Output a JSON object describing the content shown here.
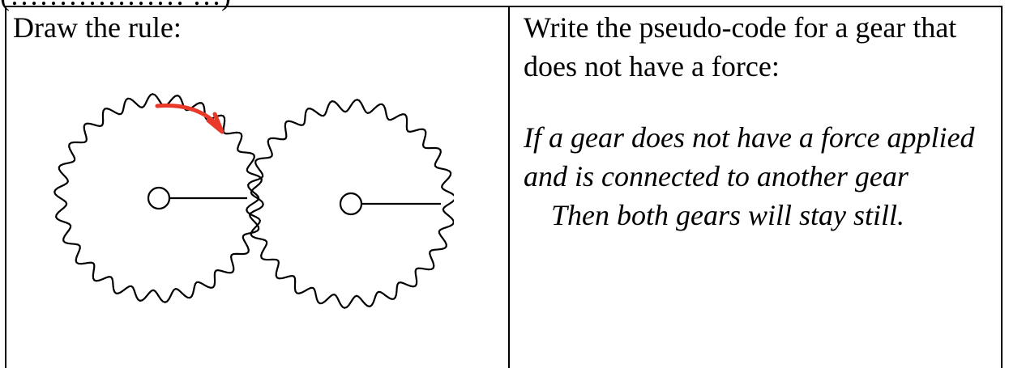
{
  "heading_above": "(……………… …)",
  "left_cell": {
    "heading": "Draw the rule:"
  },
  "right_cell": {
    "heading_line1": "Write the pseudo-code for a gear that",
    "heading_line2": "does not have a force:",
    "pseudo_line1": "If a gear does not have a force applied",
    "pseudo_line2": "and is connected to another gear",
    "pseudo_line3": "Then both gears will stay still."
  },
  "diagram": {
    "gear_count": 2,
    "teeth_per_gear": 26,
    "arrow_color": "#e8392a",
    "line_color": "#000000"
  }
}
